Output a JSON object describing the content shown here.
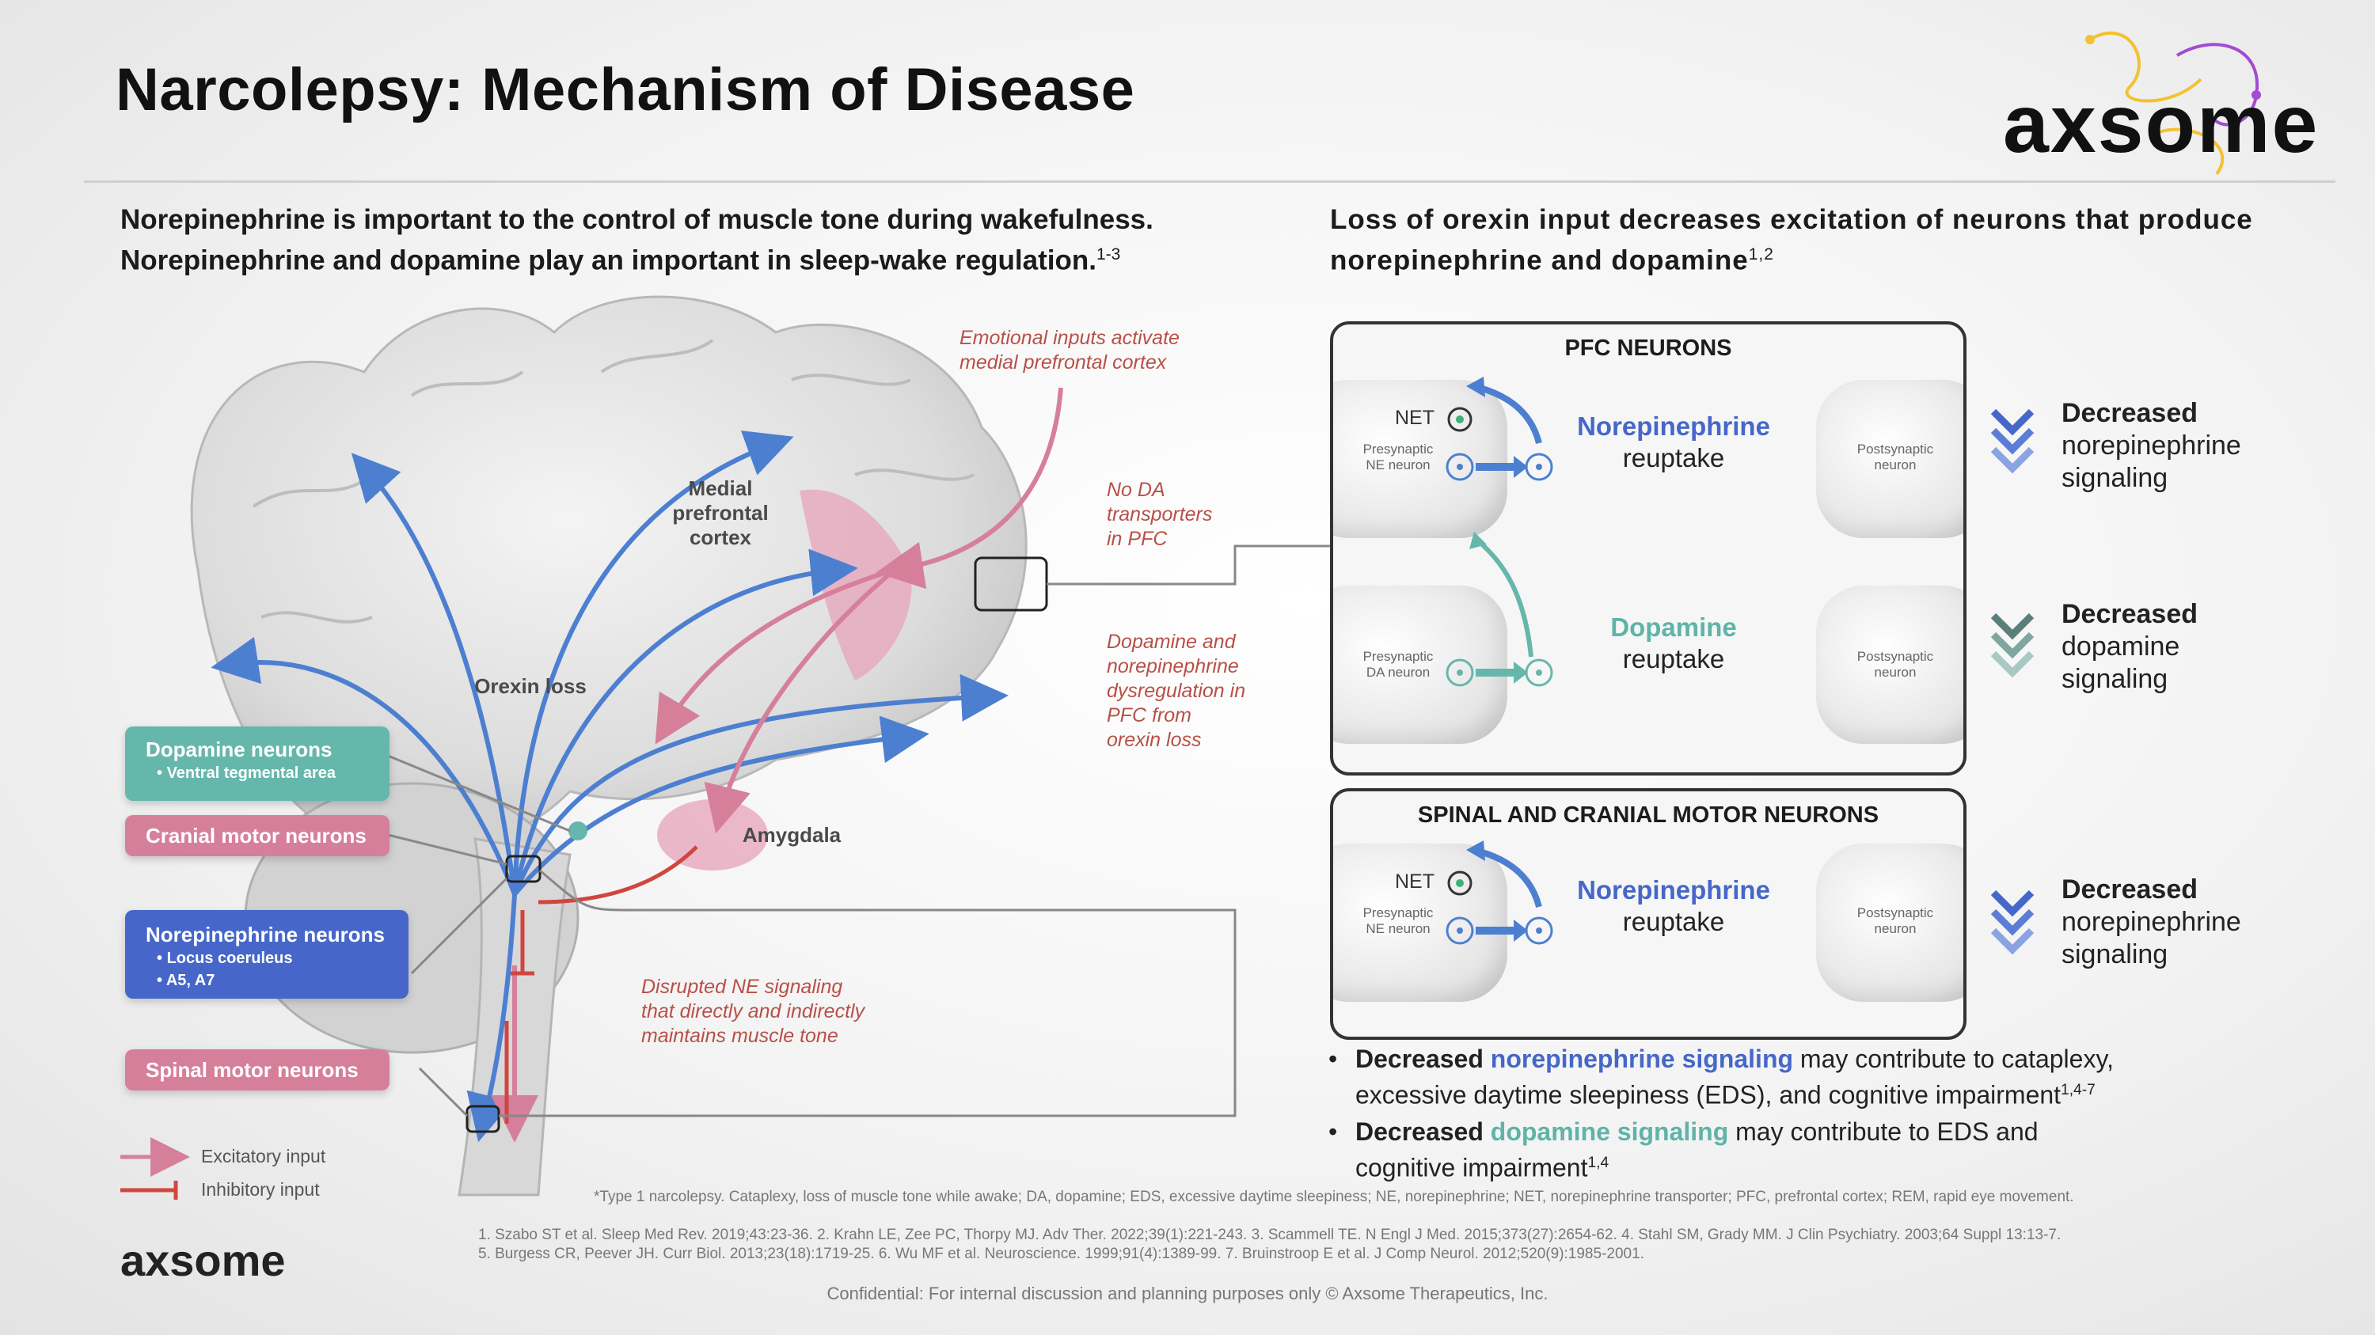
{
  "title": "Narcolepsy: Mechanism of Disease",
  "brand": "axsome",
  "left_heading": {
    "line1": "Norepinephrine is important to the control of muscle tone during wakefulness.",
    "line2": "Norepinephrine and dopamine play an important in sleep-wake regulation.",
    "sup": "1-3"
  },
  "right_heading": {
    "line1": "Loss of orexin input decreases excitation of neurons that produce",
    "line2": "norepinephrine and dopamine",
    "sup": "1,2"
  },
  "brain_labels": {
    "mpfc": [
      "Medial",
      "prefrontal",
      "cortex"
    ],
    "orexin": "Orexin loss",
    "amygdala": "Amygdala"
  },
  "annotations": {
    "emotional": [
      "Emotional inputs activate",
      "medial prefrontal cortex"
    ],
    "no_da": [
      "No DA",
      "transporters",
      "in PFC"
    ],
    "dysregulation": [
      "Dopamine and",
      "norepinephrine",
      "dysregulation in",
      "PFC from",
      "orexin loss"
    ],
    "disrupted": [
      "Disrupted NE signaling",
      "that directly and indirectly",
      "maintains muscle tone"
    ]
  },
  "label_boxes": {
    "dopamine": {
      "title": "Dopamine neurons",
      "items": [
        "Ventral tegmental area"
      ]
    },
    "cranial": {
      "title": "Cranial motor neurons"
    },
    "norepinephrine": {
      "title": "Norepinephrine neurons",
      "items": [
        "Locus coeruleus",
        "A5, A7"
      ]
    },
    "spinal": {
      "title": "Spinal motor neurons"
    }
  },
  "legend": {
    "excitatory": "Excitatory input",
    "inhibitory": "Inhibitory input"
  },
  "panels": {
    "pfc": {
      "title": "PFC NEURONS",
      "net": "NET",
      "presyn_ne": [
        "Presynaptic",
        "NE neuron"
      ],
      "presyn_da": [
        "Presynaptic",
        "DA neuron"
      ],
      "postsyn": [
        "Postsynaptic",
        "neuron"
      ],
      "ne_title": "Norepinephrine",
      "ne_sub": "reuptake",
      "da_title": "Dopamine",
      "da_sub": "reuptake"
    },
    "motor": {
      "title": "SPINAL AND CRANIAL MOTOR NEURONS",
      "net": "NET",
      "presyn_ne": [
        "Presynaptic",
        "NE neuron"
      ],
      "postsyn": [
        "Postsynaptic",
        "neuron"
      ],
      "ne_title": "Norepinephrine",
      "ne_sub": "reuptake"
    }
  },
  "decreased": {
    "ne1": [
      "Decreased",
      "norepinephrine",
      "signaling"
    ],
    "da": [
      "Decreased",
      "dopamine",
      "signaling"
    ],
    "ne2": [
      "Decreased",
      "norepinephrine",
      "signaling"
    ]
  },
  "bullets": {
    "b1": {
      "bold": "Decreased",
      "colored": "norepinephrine signaling",
      "rest": "may contribute to cataplexy,",
      "line2": "excessive daytime sleepiness (EDS), and cognitive impairment",
      "sup": "1,4-7"
    },
    "b2": {
      "bold": "Decreased",
      "colored": "dopamine signaling",
      "rest": "may contribute to EDS and",
      "line2": "cognitive impairment",
      "sup": "1,4"
    }
  },
  "footnote": "*Type 1 narcolepsy. Cataplexy, loss of muscle tone while awake; DA, dopamine;  EDS, excessive daytime sleepiness; NE, norepinephrine; NET, norepinephrine transporter; PFC, prefrontal cortex; REM, rapid eye movement.",
  "references": {
    "line1": "1. Szabo ST et al. Sleep Med Rev. 2019;43:23-36. 2. Krahn LE, Zee PC, Thorpy MJ. Adv Ther. 2022;39(1):221-243. 3. Scammell TE. N Engl J Med. 2015;373(27):2654-62. 4. Stahl SM, Grady MM. J Clin Psychiatry. 2003;64 Suppl 13:13-7.",
    "line2": "5. Burgess CR, Peever JH. Curr Biol. 2013;23(18):1719-25. 6. Wu MF et al. Neuroscience. 1999;91(4):1389-99. 7. Bruinstroop E et al. J Comp Neurol. 2012;520(9):1985-2001."
  },
  "confidential": "Confidential: For internal discussion and planning purposes only © Axsome Therapeutics, Inc.",
  "colors": {
    "ne_blue": "#4667c9",
    "da_teal": "#5fb3a8",
    "pink": "#d67f9b",
    "inhibitory_red": "#d0463f",
    "annotation_red": "#b85048"
  }
}
